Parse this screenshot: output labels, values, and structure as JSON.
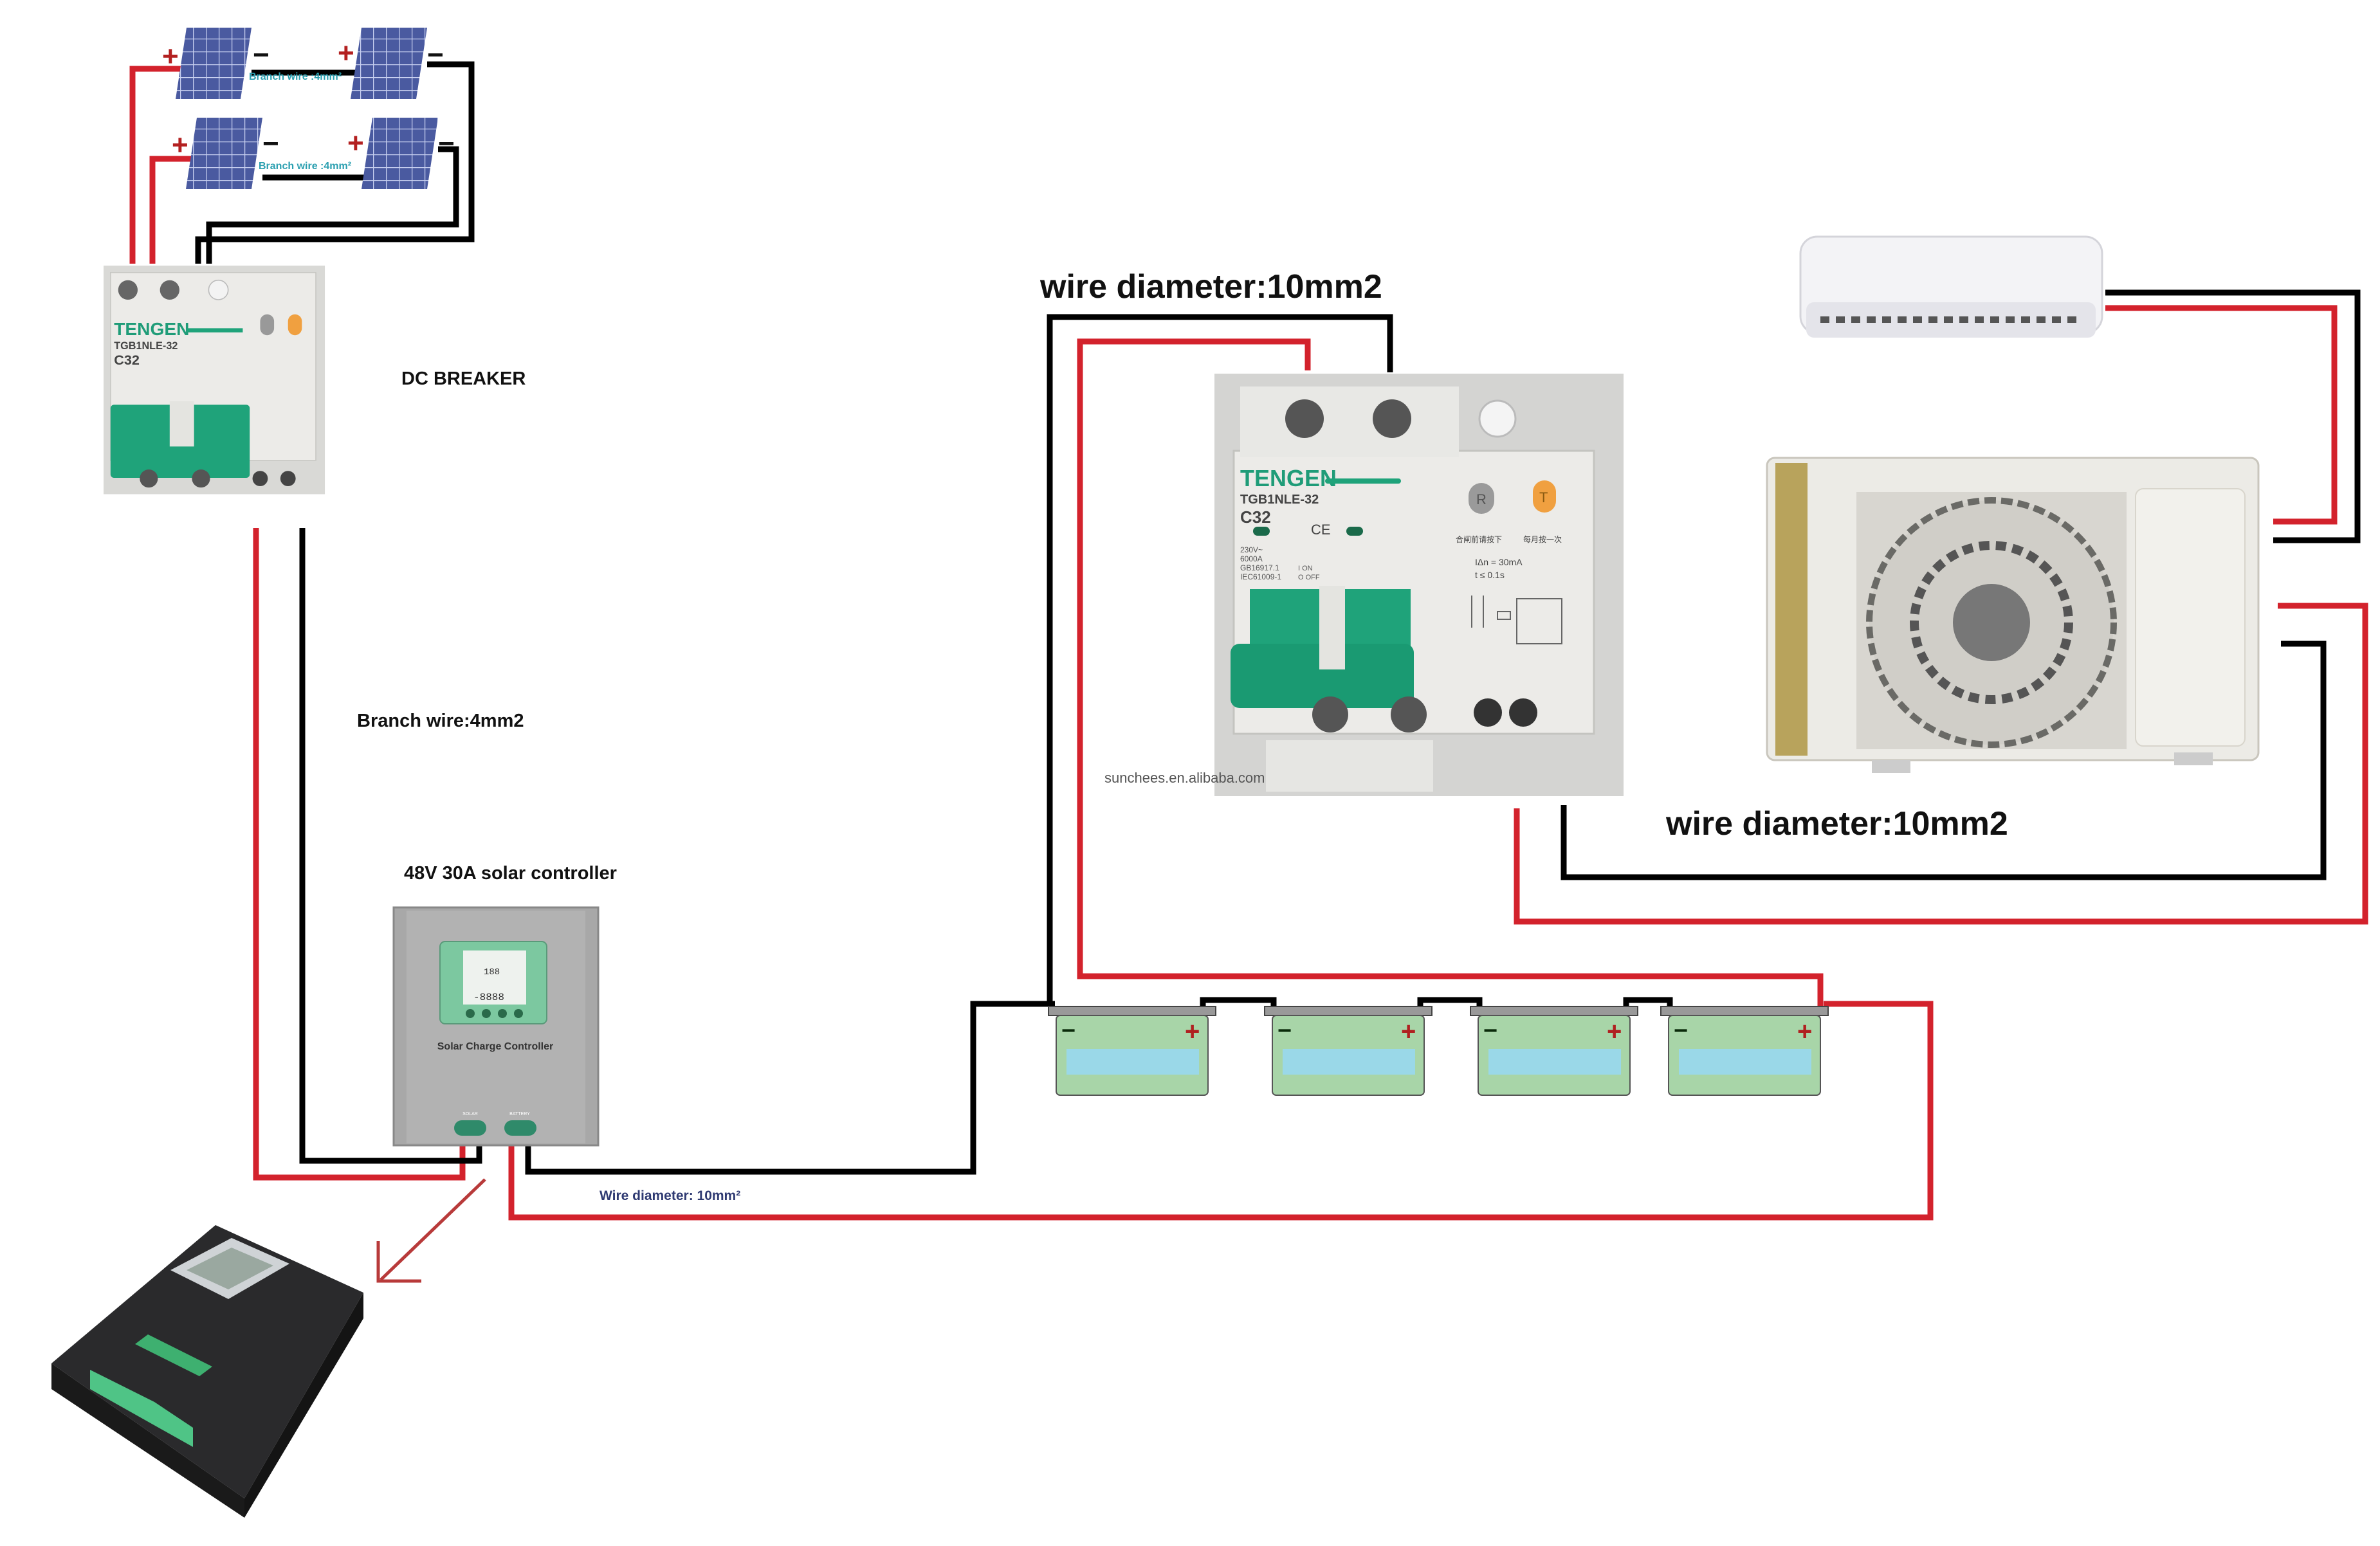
{
  "labels": {
    "branch_wire_panel_top": "Branch wire :4mm²",
    "branch_wire_panel_bottom": "Branch wire :4mm²",
    "dc_breaker": "DC BREAKER",
    "branch_wire": "Branch wire:4mm2",
    "controller_title": "48V 30A solar controller",
    "battery_wire": "Wire diameter: 10mm²",
    "wire_diameter_top": "wire diameter:10mm2",
    "wire_diameter_ac": "wire diameter:10mm2",
    "watermark": "sunchees.en.alibaba.com"
  },
  "polarity": {
    "plus": "+",
    "minus": "−"
  },
  "breaker": {
    "brand": "TENGEN",
    "model": "TGB1NLE-32",
    "rating": "C32",
    "voltage": "230V~",
    "breaking": "6000A",
    "std1": "GB16917.1",
    "std2": "IEC61009-1",
    "on": "I ON",
    "off": "O OFF",
    "reset": "R",
    "test": "T",
    "note_reset": "合闸前请按下",
    "note_test": "每月按一次",
    "residual": "IΔn = 30mA",
    "time": "t  ≤ 0.1s",
    "ce": "CE"
  },
  "controller": {
    "name": "Solar Charge Controller",
    "lcd_value": "-8888",
    "lcd_small": "188",
    "solar_port": "SOLAR",
    "battery_port": "BATTERY"
  },
  "colors": {
    "positive_wire": "#d3222c",
    "negative_wire": "#000000",
    "panel": "#4a5aa0",
    "battery": "#a8d5a8",
    "breaker_handle": "#1fa37a"
  },
  "batteries": [
    {
      "minus": "−",
      "plus": "+"
    },
    {
      "minus": "−",
      "plus": "+"
    },
    {
      "minus": "−",
      "plus": "+"
    },
    {
      "minus": "−",
      "plus": "+"
    }
  ]
}
